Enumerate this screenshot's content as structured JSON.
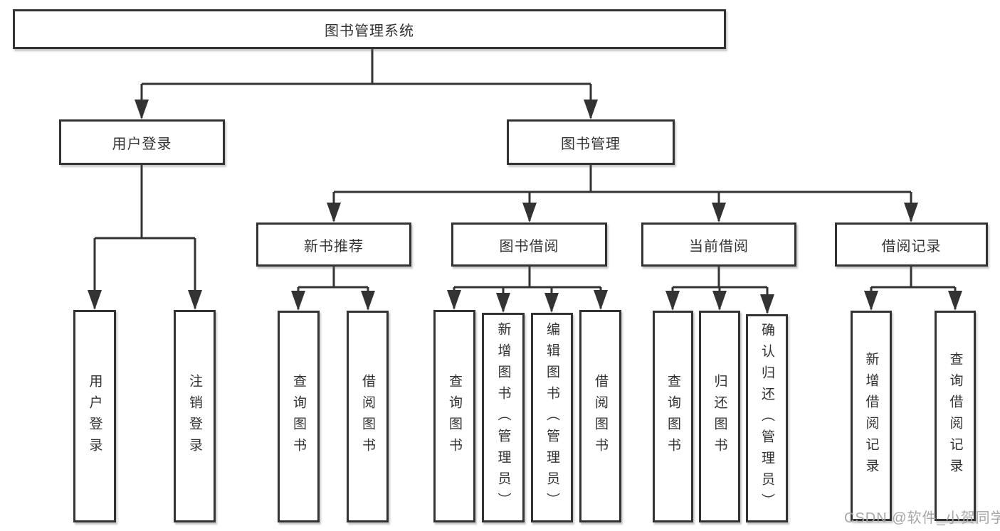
{
  "colors": {
    "line": "#333333",
    "text": "#333333",
    "box_background": "#ffffff",
    "page_background": "#ffffff",
    "watermark_text": "#a6a6a6"
  },
  "watermark": {
    "text": "CSDN @软件_小贺同学"
  },
  "tree": {
    "root": {
      "label": "图书管理系统",
      "children": [
        {
          "label": "用户登录",
          "children": [
            {
              "label": "用户登录"
            },
            {
              "label": "注销登录"
            }
          ]
        },
        {
          "label": "图书管理",
          "children": [
            {
              "label": "新书推荐",
              "children": [
                {
                  "label": "查询图书"
                },
                {
                  "label": "借阅图书"
                }
              ]
            },
            {
              "label": "图书借阅",
              "children": [
                {
                  "label": "查询图书"
                },
                {
                  "label": "新增图书（管理员）"
                },
                {
                  "label": "编辑图书（管理员）"
                },
                {
                  "label": "借阅图书"
                }
              ]
            },
            {
              "label": "当前借阅",
              "children": [
                {
                  "label": "查询图书"
                },
                {
                  "label": "归还图书"
                },
                {
                  "label": "确认归还（管理员）"
                }
              ]
            },
            {
              "label": "借阅记录",
              "children": [
                {
                  "label": "新增借阅记录"
                },
                {
                  "label": "查询借阅记录"
                }
              ]
            }
          ]
        }
      ]
    }
  }
}
